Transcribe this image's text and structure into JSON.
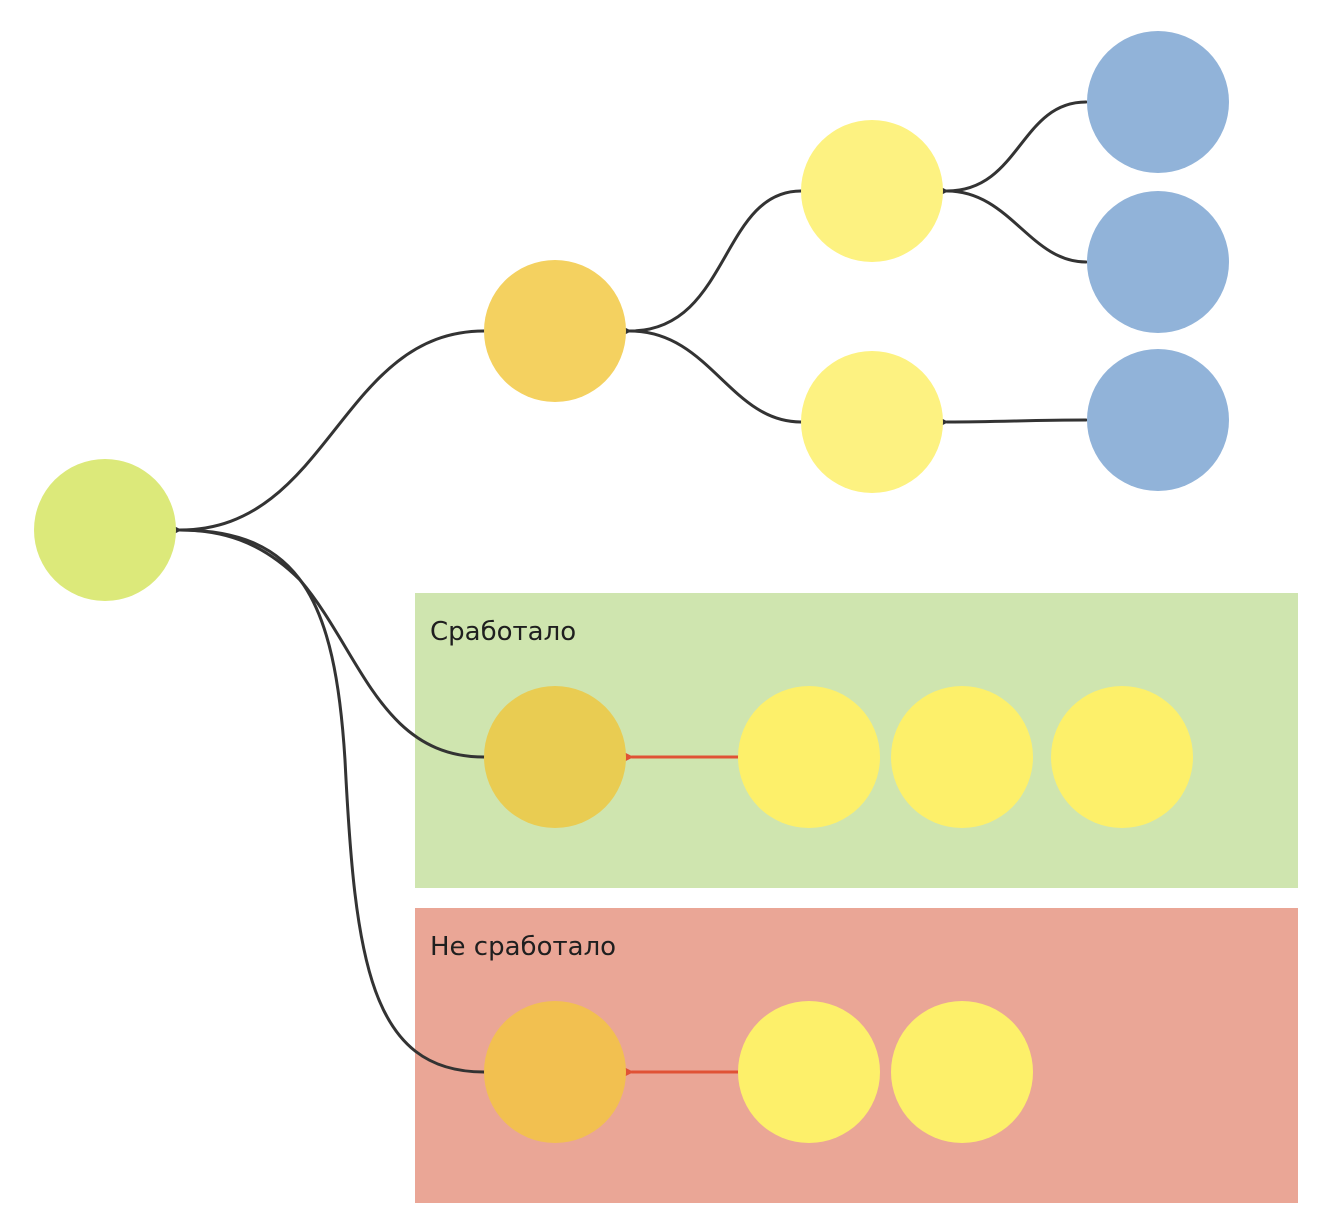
{
  "colors": {
    "root": "#dce97a",
    "level1": "#f4d160",
    "level2": "#fdf281",
    "level3": "#91b3d9",
    "connector": "#333333",
    "failed_connector": "#e05235",
    "success_panel": "#cfe5af",
    "fail_panel": "#eaa696",
    "success_head": "#e9cc52",
    "fail_head": "#f2c050",
    "chain_item": "#fdf06a"
  },
  "tree": {
    "root": {
      "id": "root",
      "level": 0
    },
    "nodes": [
      {
        "id": "n1",
        "level": 1,
        "parent": "root"
      },
      {
        "id": "n2a",
        "level": 2,
        "parent": "n1"
      },
      {
        "id": "n2b",
        "level": 2,
        "parent": "n1"
      },
      {
        "id": "n3a",
        "level": 3,
        "parent": "n2a"
      },
      {
        "id": "n3b",
        "level": 3,
        "parent": "n2a"
      },
      {
        "id": "n3c",
        "level": 3,
        "parent": "n2b"
      }
    ]
  },
  "panels": [
    {
      "id": "success",
      "label": "Сработало",
      "head_node": "s_head",
      "chain_count": 3,
      "parent": "root"
    },
    {
      "id": "fail",
      "label": "Не сработало",
      "head_node": "f_head",
      "chain_count": 2,
      "parent": "root"
    }
  ]
}
